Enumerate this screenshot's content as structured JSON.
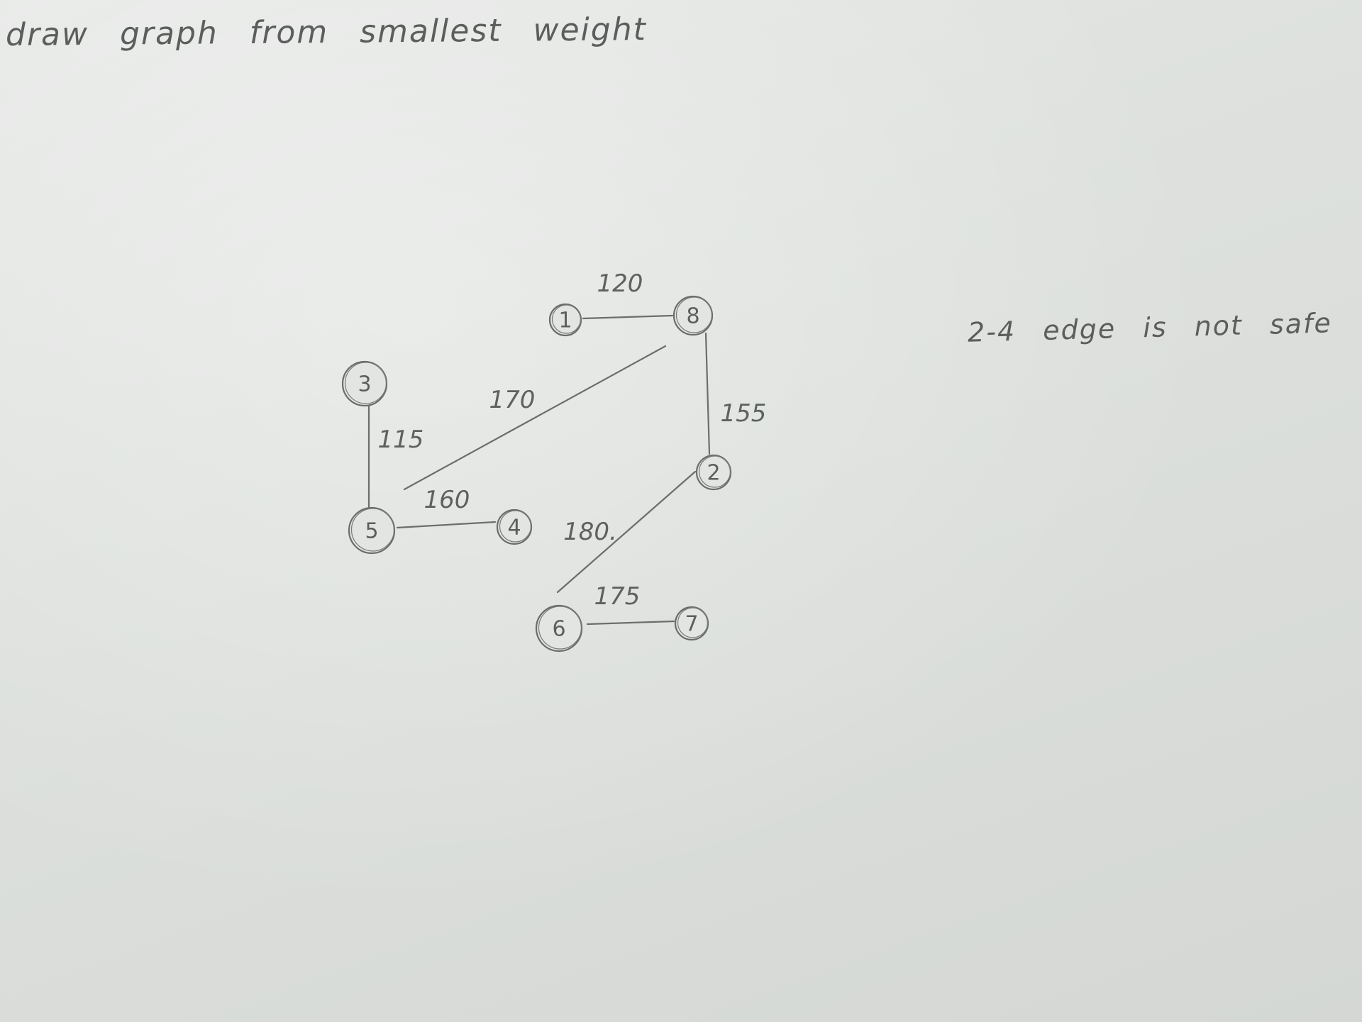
{
  "title": "draw graph from smallest weight",
  "note": "2-4 edge is not safe",
  "nodes": [
    {
      "id": "1",
      "label": "1"
    },
    {
      "id": "2",
      "label": "2"
    },
    {
      "id": "3",
      "label": "3"
    },
    {
      "id": "4",
      "label": "4"
    },
    {
      "id": "5",
      "label": "5"
    },
    {
      "id": "6",
      "label": "6"
    },
    {
      "id": "7",
      "label": "7"
    },
    {
      "id": "8",
      "label": "8"
    }
  ],
  "edges": [
    {
      "from": "3",
      "to": "5",
      "weight": "115"
    },
    {
      "from": "1",
      "to": "8",
      "weight": "120"
    },
    {
      "from": "8",
      "to": "2",
      "weight": "155"
    },
    {
      "from": "5",
      "to": "4",
      "weight": "160"
    },
    {
      "from": "5",
      "to": "8",
      "weight": "170"
    },
    {
      "from": "6",
      "to": "7",
      "weight": "175"
    },
    {
      "from": "6",
      "to": "2",
      "weight": "180."
    }
  ]
}
